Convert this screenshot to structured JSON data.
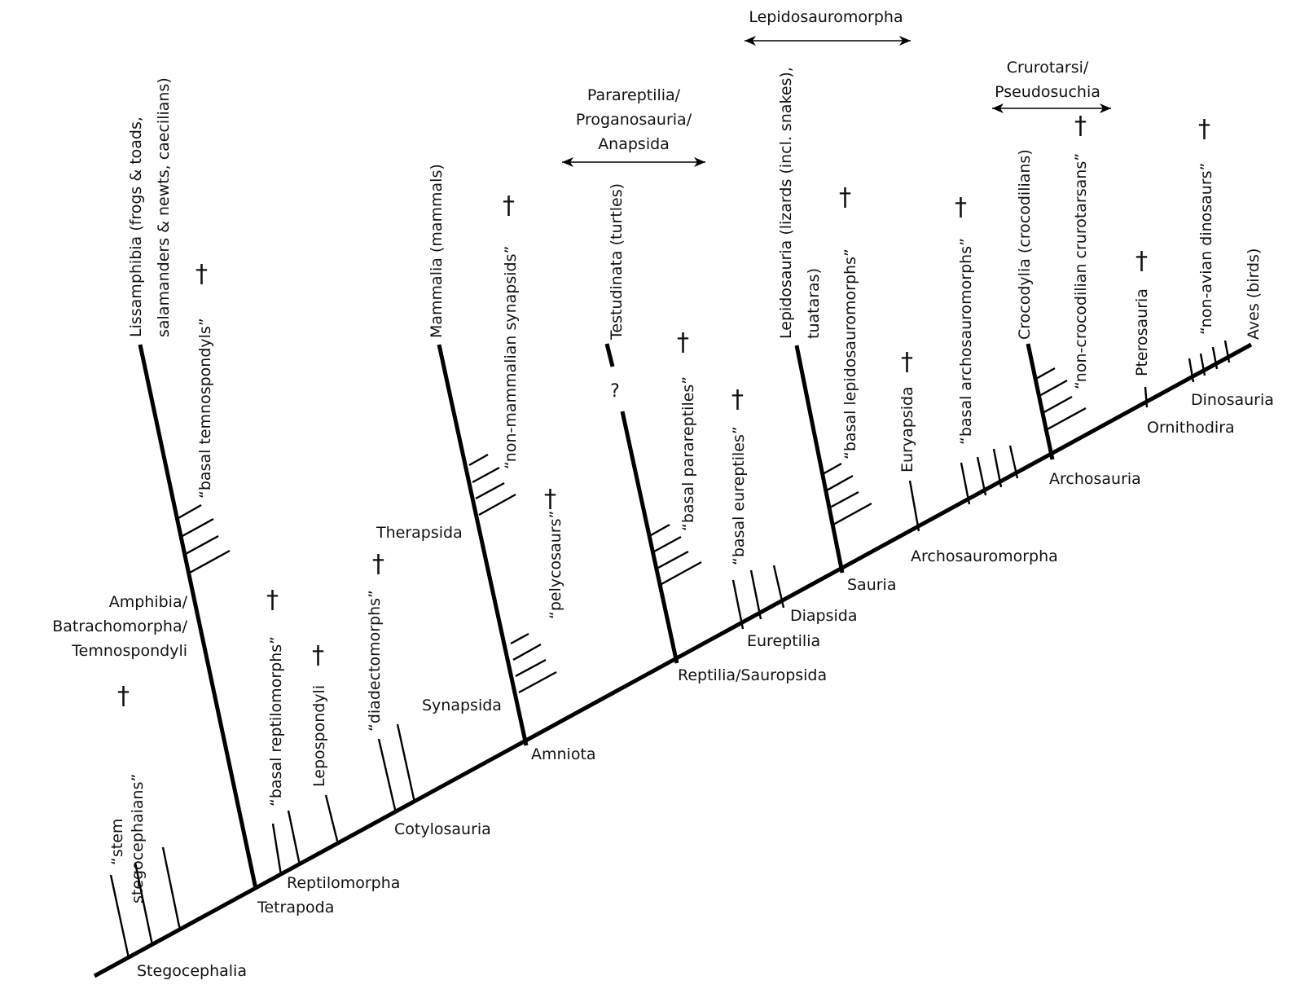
{
  "nodes": {
    "stegocephalia": "Stegocephalia",
    "tetrapoda": "Tetrapoda",
    "reptilomorpha": "Reptilomorpha",
    "cotylosauria": "Cotylosauria",
    "amniota": "Amniota",
    "synapsida": "Synapsida",
    "therapsida": "Therapsida",
    "reptilia": "Reptilia/Sauropsida",
    "eureptilia": "Eureptilia",
    "diapsida": "Diapsida",
    "sauria": "Sauria",
    "archosauromorpha": "Archosauromorpha",
    "archosauria": "Archosauria",
    "ornithodira": "Ornithodira",
    "dinosauria": "Dinosauria",
    "amphibia": [
      "Amphibia/",
      "Batrachomorpha/",
      "Temnospondyli"
    ]
  },
  "taxa": {
    "stem": [
      "“stem",
      "stegocephaians”"
    ],
    "lissamphibia": [
      "Lissamphibia (frogs & toads,",
      "salamanders & newts, caecilians)"
    ],
    "basal_temnospondyls": "“basal temnospondyls”",
    "basal_reptilomorphs": "“basal reptilomorphs”",
    "lepospondyli": "Lepospondyli",
    "diadectomorphs": "“diadectomorphs”",
    "mammalia": "Mammalia (mammals)",
    "non_mammalian_synapsids": "“non-mammalian synapsids”",
    "pelycosaurs": "“pelycosaurs”",
    "testudinata": "Testudinata (turtles)",
    "basal_parareptiles": "“basal parareptiles”",
    "basal_eureptiles": "“basal eureptiles”",
    "lepidosauria": [
      "Lepidosauria (lizards (incl. snakes),",
      "tuataras)"
    ],
    "basal_lepidosauromorphs": "“basal lepidosauromorphs”",
    "euryapsida": "Euryapsida",
    "basal_archosauromorphs": "“basal archosauromorphs”",
    "crocodylia": "Crocodylia (crocodilians)",
    "non_crocodilian_crurotarsans": "“non-crocodilian crurotarsans”",
    "pterosauria": "Pterosauria",
    "non_avian_dinosaurs": "“non-avian dinosaurs”",
    "aves": "Aves (birds)"
  },
  "brackets": {
    "parareptilia": [
      "Parareptilia/",
      "Proganosauria/",
      "Anapsida"
    ],
    "lepidosauromorpha": "Lepidosauromorpha",
    "crurotarsi": [
      "Crurotarsi/",
      "Pseudosuchia"
    ]
  },
  "symbols": {
    "extinct": "†",
    "uncertain": "?"
  }
}
